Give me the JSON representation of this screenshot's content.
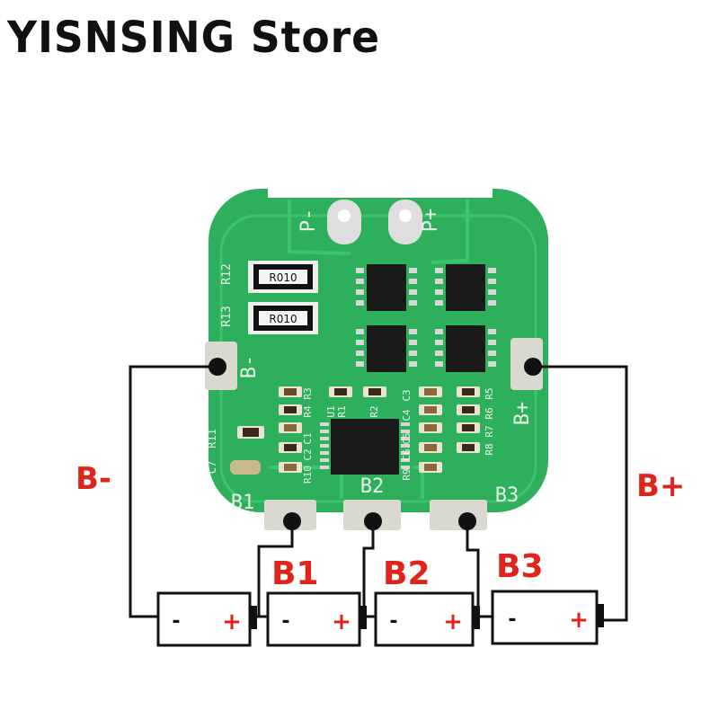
{
  "store_name": "YISNSING Store",
  "colors": {
    "pcb": "#2eaf5c",
    "pcb_light": "#3cc46b",
    "silkscreen": "#e8f3ea",
    "pad": "#d9d9cf",
    "wire": "#111111",
    "label_red": "#e0241c"
  },
  "board": {
    "top_labels": {
      "p_minus": "P-",
      "p_plus": "P+"
    },
    "side_labels": {
      "b_minus": "B-",
      "b_plus": "B+"
    },
    "tap_labels": [
      "B1",
      "B2",
      "B3"
    ],
    "resistor_markings": [
      "R010",
      "R010"
    ],
    "refdes": {
      "r12": "R12",
      "r13": "R13",
      "r11": "R11",
      "c7": "C7",
      "r10": "R10",
      "c2": "C2",
      "c1": "C1",
      "r4": "R4",
      "r3": "R3",
      "u1": "U1",
      "r1": "R1",
      "r2": "R2",
      "r9": "R9",
      "c6": "C6",
      "c5": "C5",
      "c4": "C4",
      "c3": "C3",
      "r8": "R8",
      "r7": "R7",
      "r6": "R6",
      "r5": "R5"
    }
  },
  "diagram_labels": {
    "b_minus": "B-",
    "b_plus": "B+",
    "taps": [
      "B1",
      "B2",
      "B3"
    ]
  },
  "cells": [
    {
      "minus": "-",
      "plus": "+"
    },
    {
      "minus": "-",
      "plus": "+"
    },
    {
      "minus": "-",
      "plus": "+"
    },
    {
      "minus": "-",
      "plus": "+"
    }
  ]
}
